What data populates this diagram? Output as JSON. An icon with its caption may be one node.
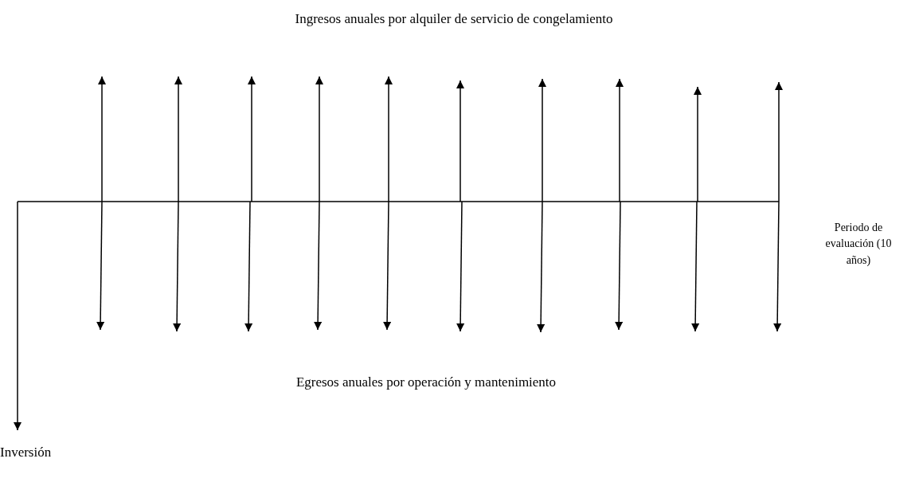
{
  "diagram": {
    "labels": [
      "Ingresos anuales por alquiler de servicio de congelamiento",
      "Periodo de evaluación (10 años)",
      "Egresos anuales por operación y mantenimiento",
      "Inversión"
    ]
  }
}
